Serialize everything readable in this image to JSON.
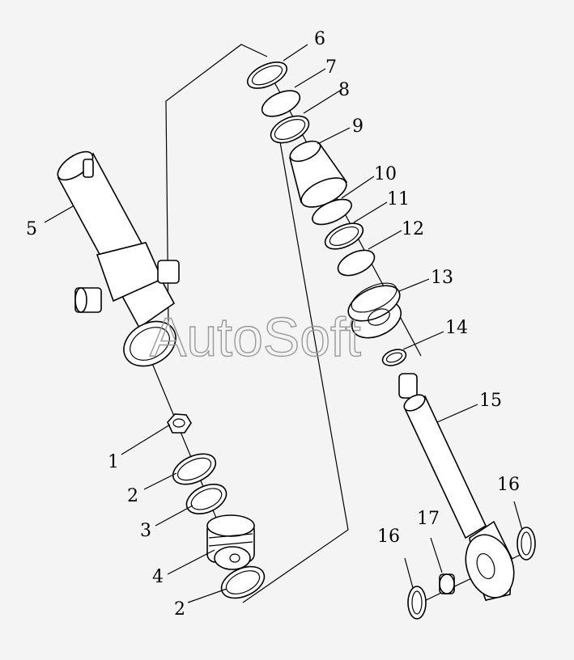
{
  "watermark": "AutoSoft",
  "callouts": [
    {
      "id": "c1",
      "label": "1"
    },
    {
      "id": "c2a",
      "label": "2"
    },
    {
      "id": "c3",
      "label": "3"
    },
    {
      "id": "c4",
      "label": "4"
    },
    {
      "id": "c2b",
      "label": "2"
    },
    {
      "id": "c5",
      "label": "5"
    },
    {
      "id": "c6",
      "label": "6"
    },
    {
      "id": "c7",
      "label": "7"
    },
    {
      "id": "c8",
      "label": "8"
    },
    {
      "id": "c9",
      "label": "9"
    },
    {
      "id": "c10",
      "label": "10"
    },
    {
      "id": "c11",
      "label": "11"
    },
    {
      "id": "c12",
      "label": "12"
    },
    {
      "id": "c13",
      "label": "13"
    },
    {
      "id": "c14",
      "label": "14"
    },
    {
      "id": "c15",
      "label": "15"
    },
    {
      "id": "c16a",
      "label": "16"
    },
    {
      "id": "c16b",
      "label": "16"
    },
    {
      "id": "c17",
      "label": "17"
    }
  ]
}
